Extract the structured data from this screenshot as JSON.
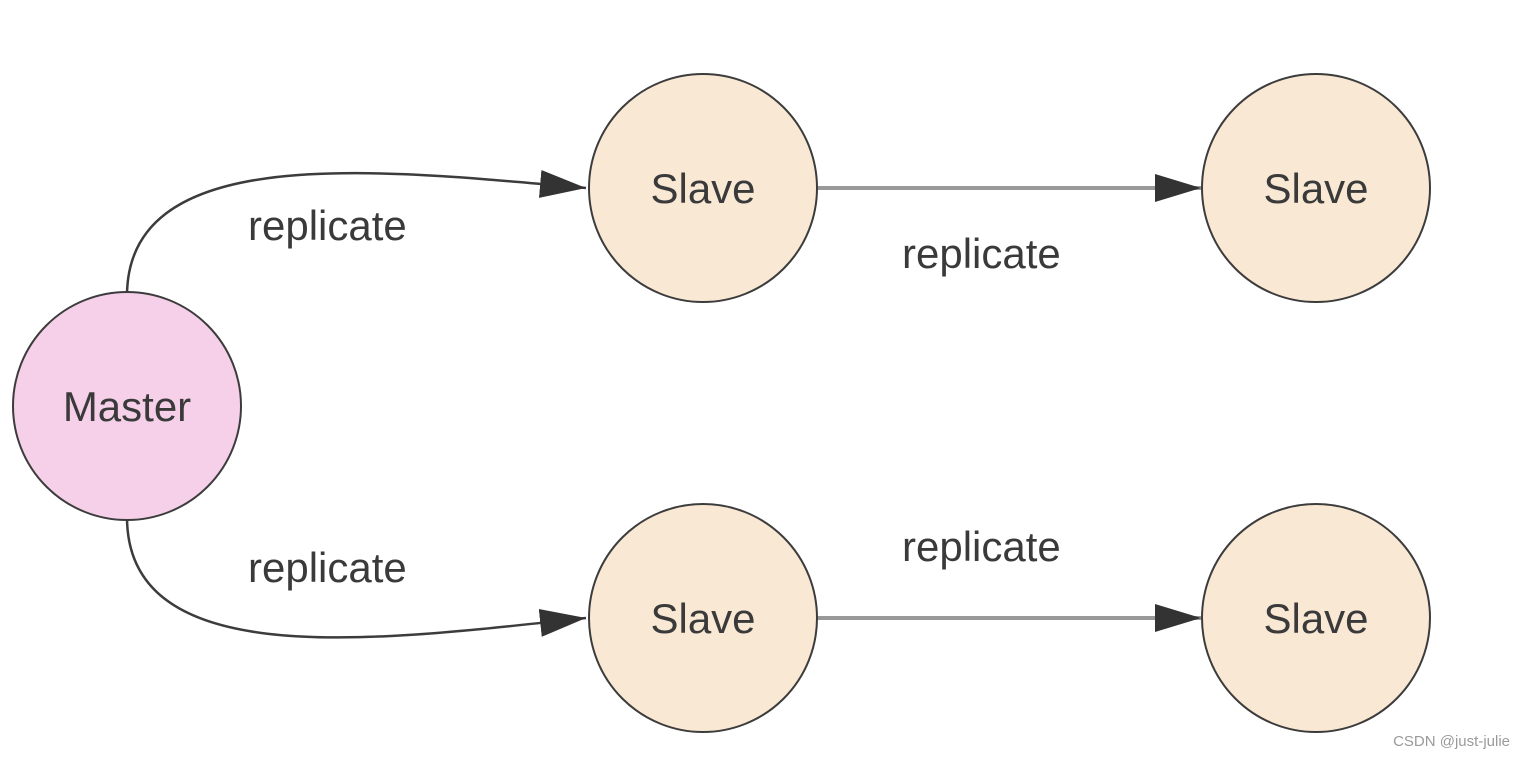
{
  "colors": {
    "master_fill": "#f5d0e8",
    "slave_fill": "#f9e8d4",
    "node_stroke": "#3c3c3c",
    "edge_stroke": "#3c3c3c",
    "straight_edge_stroke": "#999999",
    "arrowhead": "#333333"
  },
  "nodes": {
    "master": {
      "label": "Master"
    },
    "slave_top_1": {
      "label": "Slave"
    },
    "slave_top_2": {
      "label": "Slave"
    },
    "slave_bottom_1": {
      "label": "Slave"
    },
    "slave_bottom_2": {
      "label": "Slave"
    }
  },
  "edges": {
    "master_to_top": {
      "label": "replicate"
    },
    "top_chain": {
      "label": "replicate"
    },
    "master_to_bottom": {
      "label": "replicate"
    },
    "bottom_chain": {
      "label": "replicate"
    }
  },
  "watermark": "CSDN @just-julie"
}
